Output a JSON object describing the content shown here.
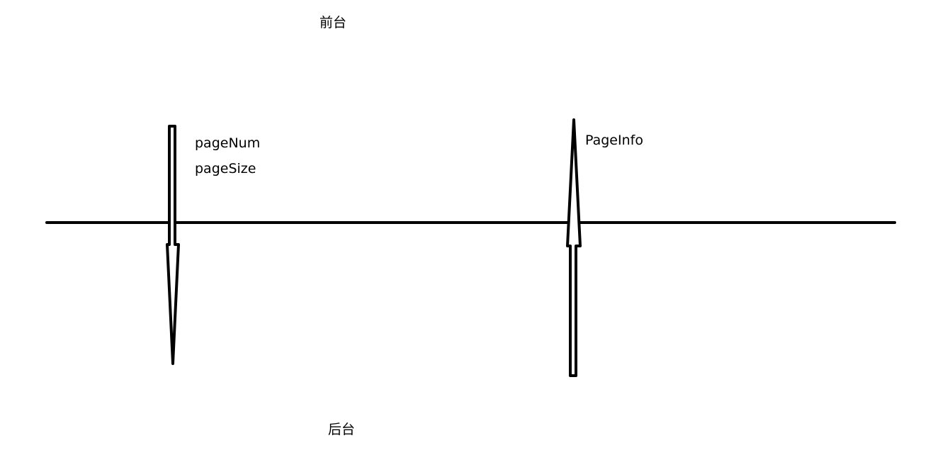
{
  "labels": {
    "frontend": "前台",
    "backend": "后台",
    "request_params": [
      "pageNum",
      "pageSize"
    ],
    "response": "PageInfo"
  },
  "colors": {
    "stroke": "#000000",
    "background": "#ffffff"
  }
}
